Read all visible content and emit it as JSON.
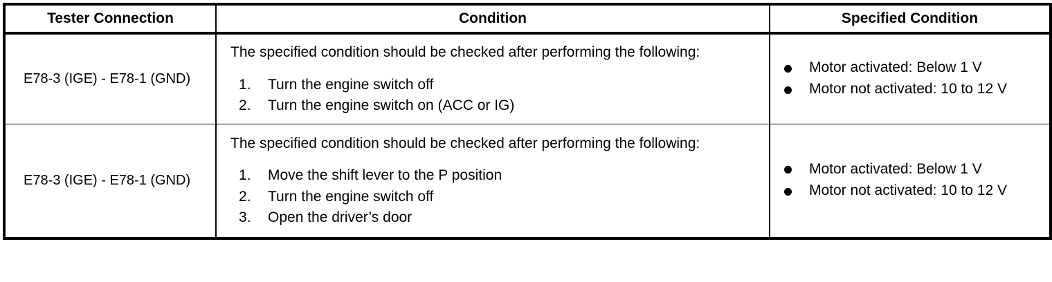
{
  "table": {
    "headers": {
      "tester_connection": "Tester Connection",
      "condition": "Condition",
      "specified_condition": "Specified Condition"
    },
    "rows": [
      {
        "tester_connection": "E78-3 (IGE) - E78-1 (GND)",
        "condition_intro": "The specified condition should be checked after performing the following:",
        "condition_steps": [
          "Turn the engine switch off",
          "Turn the engine switch on (ACC or IG)"
        ],
        "specified_condition_bullets": [
          "Motor activated: Below 1 V",
          "Motor not activated: 10 to 12 V"
        ]
      },
      {
        "tester_connection": "E78-3 (IGE) - E78-1 (GND)",
        "condition_intro": "The specified condition should be checked after performing the following:",
        "condition_steps": [
          "Move the shift lever to the P position",
          "Turn the engine switch off",
          "Open the driver’s door"
        ],
        "specified_condition_bullets": [
          "Motor activated: Below 1 V",
          "Motor not activated: 10 to 12 V"
        ]
      }
    ]
  },
  "style": {
    "border_color": "#000000",
    "text_color": "#000000",
    "background": "#ffffff"
  }
}
